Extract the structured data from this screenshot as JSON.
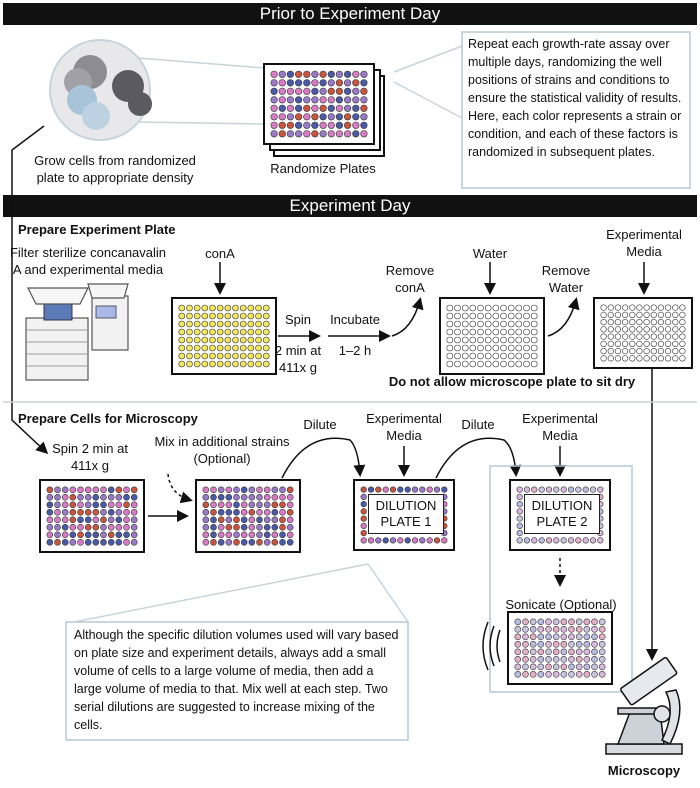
{
  "banners": {
    "prior": "Prior to Experiment Day",
    "day": "Experiment Day"
  },
  "prior": {
    "grow_cells": "Grow cells from randomized plate to appropriate density",
    "randomize_plates": "Randomize Plates",
    "note": "Repeat each growth-rate assay over multiple days, randomizing the well positions of strains and conditions to ensure the statistical validity of results. Here, each color represents a strain or condition, and each of these factors is randomized in subsequent plates."
  },
  "prepare_plate": {
    "heading": "Prepare Experiment Plate",
    "filter": "Filter sterilize concanavalin A and experimental media",
    "cona": "conA",
    "spin": "Spin",
    "spin_detail": "2 min at 411x g",
    "incubate": "Incubate",
    "incubate_detail": "1–2 h",
    "remove_cona": "Remove conA",
    "water": "Water",
    "remove_water": "Remove Water",
    "experimental_media": "Experimental Media",
    "warning": "Do not allow microscope plate to sit dry"
  },
  "prepare_cells": {
    "heading": "Prepare Cells for Microscopy",
    "spin": "Spin 2 min at 411x g",
    "mix": "Mix in additional strains (Optional)",
    "dilute_1": "Dilute",
    "media_1": "Experimental Media",
    "dilution_plate_1": "DILUTION PLATE 1",
    "dilute_2": "Dilute",
    "media_2": "Experimental Media",
    "dilution_plate_2": "DILUTION PLATE 2",
    "sonicate": "Sonicate (Optional)",
    "note": "Although the specific dilution volumes used will vary based on plate size and experiment details, always add a small volume of cells to a large volume of media, then add a large volume of media to that. Mix well at each step. Two serial dilutions are suggested to increase mixing of the cells.",
    "microscopy": "Microscopy"
  },
  "colors": {
    "red": "#c8553d",
    "blue": "#4a5aa8",
    "pink": "#d77cc4",
    "purple": "#9a7ac8",
    "yellow": "#f2e65a",
    "light_blue": "#a8c4d8",
    "gray_dark": "#5a5a60",
    "gray_mid": "#8c8c92",
    "panel_border": "#b8c8d4"
  }
}
